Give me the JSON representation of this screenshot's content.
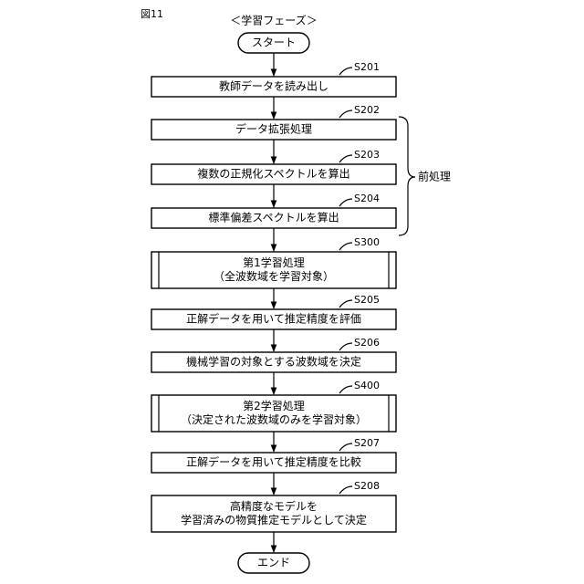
{
  "figure_label": "図11",
  "title": "＜学習フェーズ＞",
  "start": "スタート",
  "end": "エンド",
  "bracket_label": "前処理",
  "steps": [
    {
      "id": "S201",
      "lines": [
        "教師データを読み出し"
      ]
    },
    {
      "id": "S202",
      "lines": [
        "データ拡張処理"
      ]
    },
    {
      "id": "S203",
      "lines": [
        "複数の正規化スペクトルを算出"
      ]
    },
    {
      "id": "S204",
      "lines": [
        "標準偏差スペクトルを算出"
      ]
    },
    {
      "id": "S300",
      "lines": [
        "第1学習処理",
        "（全波数域を学習対象）"
      ]
    },
    {
      "id": "S205",
      "lines": [
        "正解データを用いて推定精度を評価"
      ]
    },
    {
      "id": "S206",
      "lines": [
        "機械学習の対象とする波数域を決定"
      ]
    },
    {
      "id": "S400",
      "lines": [
        "第2学習処理",
        "（決定された波数域のみを学習対象）"
      ]
    },
    {
      "id": "S207",
      "lines": [
        "正解データを用いて推定精度を比較"
      ]
    },
    {
      "id": "S208",
      "lines": [
        "高精度なモデルを",
        "学習済みの物質推定モデルとして決定"
      ]
    }
  ]
}
